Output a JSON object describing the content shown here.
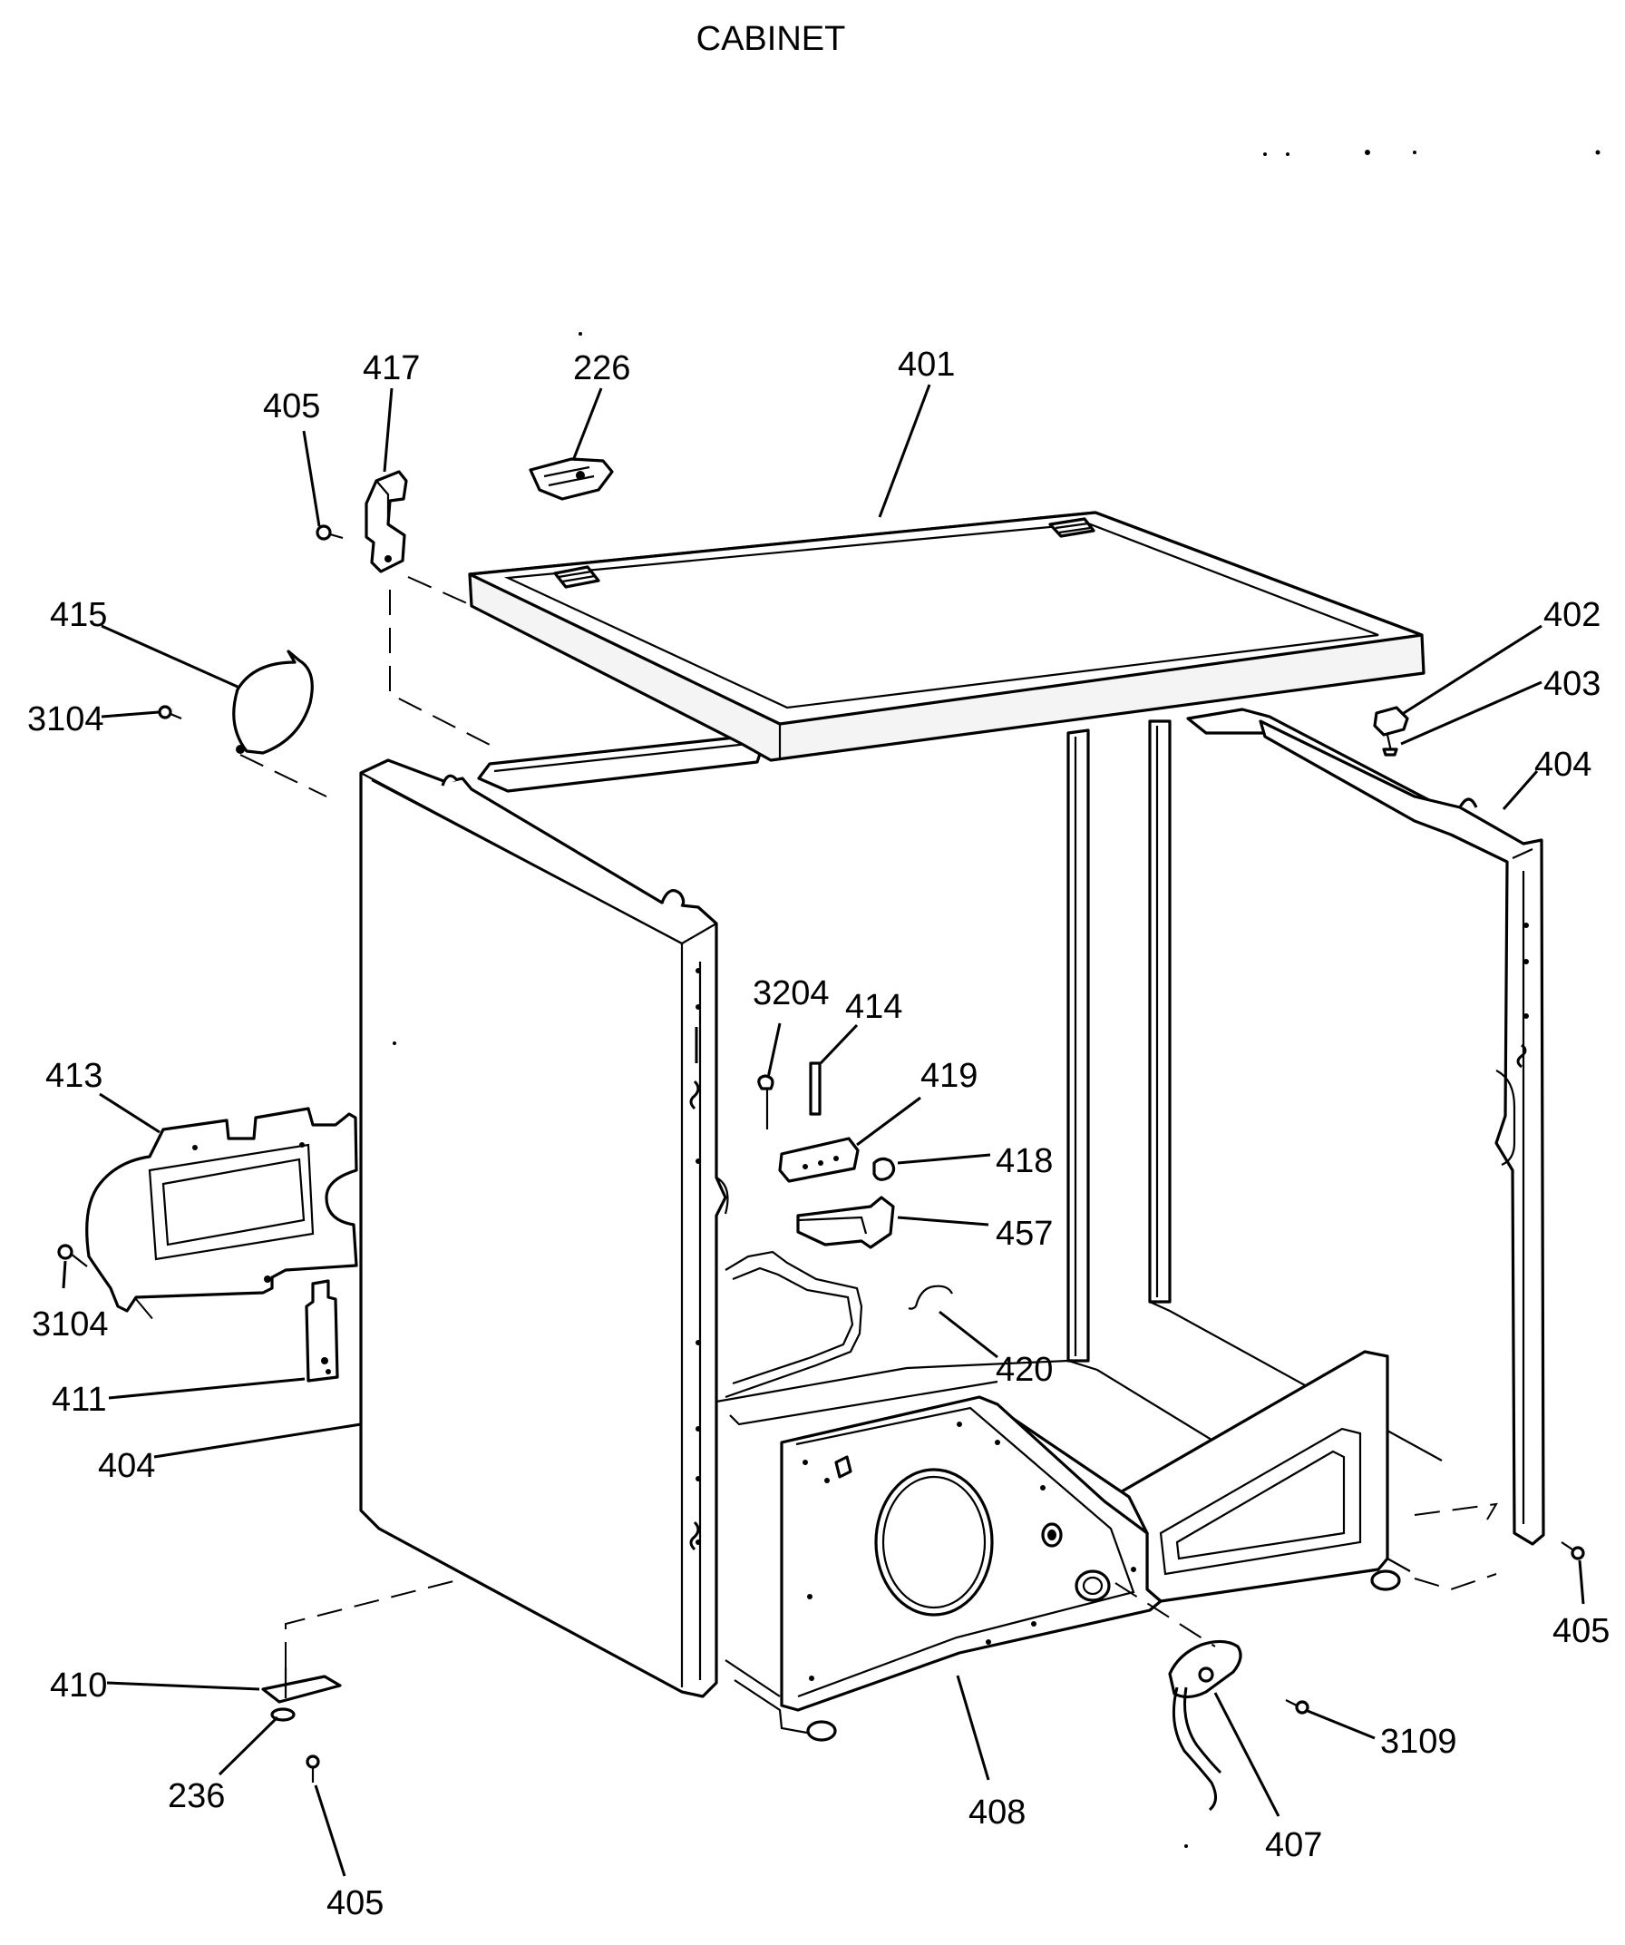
{
  "title": "CABINET",
  "callouts": [
    {
      "id": "c-417",
      "text": "417",
      "part": "bracket"
    },
    {
      "id": "c-226",
      "text": "226",
      "part": "clip"
    },
    {
      "id": "c-401",
      "text": "401",
      "part": "top-panel"
    },
    {
      "id": "c-405a",
      "text": "405",
      "part": "screw"
    },
    {
      "id": "c-415",
      "text": "415",
      "part": "cover"
    },
    {
      "id": "c-3104a",
      "text": "3104",
      "part": "screw"
    },
    {
      "id": "c-402",
      "text": "402",
      "part": "foot"
    },
    {
      "id": "c-403",
      "text": "403",
      "part": "screw"
    },
    {
      "id": "c-404a",
      "text": "404",
      "part": "side-panel"
    },
    {
      "id": "c-3204",
      "text": "3204",
      "part": "screw"
    },
    {
      "id": "c-414",
      "text": "414",
      "part": "pin"
    },
    {
      "id": "c-419",
      "text": "419",
      "part": "block"
    },
    {
      "id": "c-418",
      "text": "418",
      "part": "nut"
    },
    {
      "id": "c-457",
      "text": "457",
      "part": "bracket"
    },
    {
      "id": "c-413",
      "text": "413",
      "part": "panel"
    },
    {
      "id": "c-3104b",
      "text": "3104",
      "part": "screw"
    },
    {
      "id": "c-420",
      "text": "420",
      "part": "spring"
    },
    {
      "id": "c-411",
      "text": "411",
      "part": "switch"
    },
    {
      "id": "c-404b",
      "text": "404",
      "part": "side-panel"
    },
    {
      "id": "c-405b",
      "text": "405",
      "part": "screw"
    },
    {
      "id": "c-410",
      "text": "410",
      "part": "leveling-bracket"
    },
    {
      "id": "c-236",
      "text": "236",
      "part": "washer"
    },
    {
      "id": "c-405c",
      "text": "405",
      "part": "screw"
    },
    {
      "id": "c-3109",
      "text": "3109",
      "part": "screw"
    },
    {
      "id": "c-408",
      "text": "408",
      "part": "base"
    },
    {
      "id": "c-407",
      "text": "407",
      "part": "cord"
    }
  ]
}
